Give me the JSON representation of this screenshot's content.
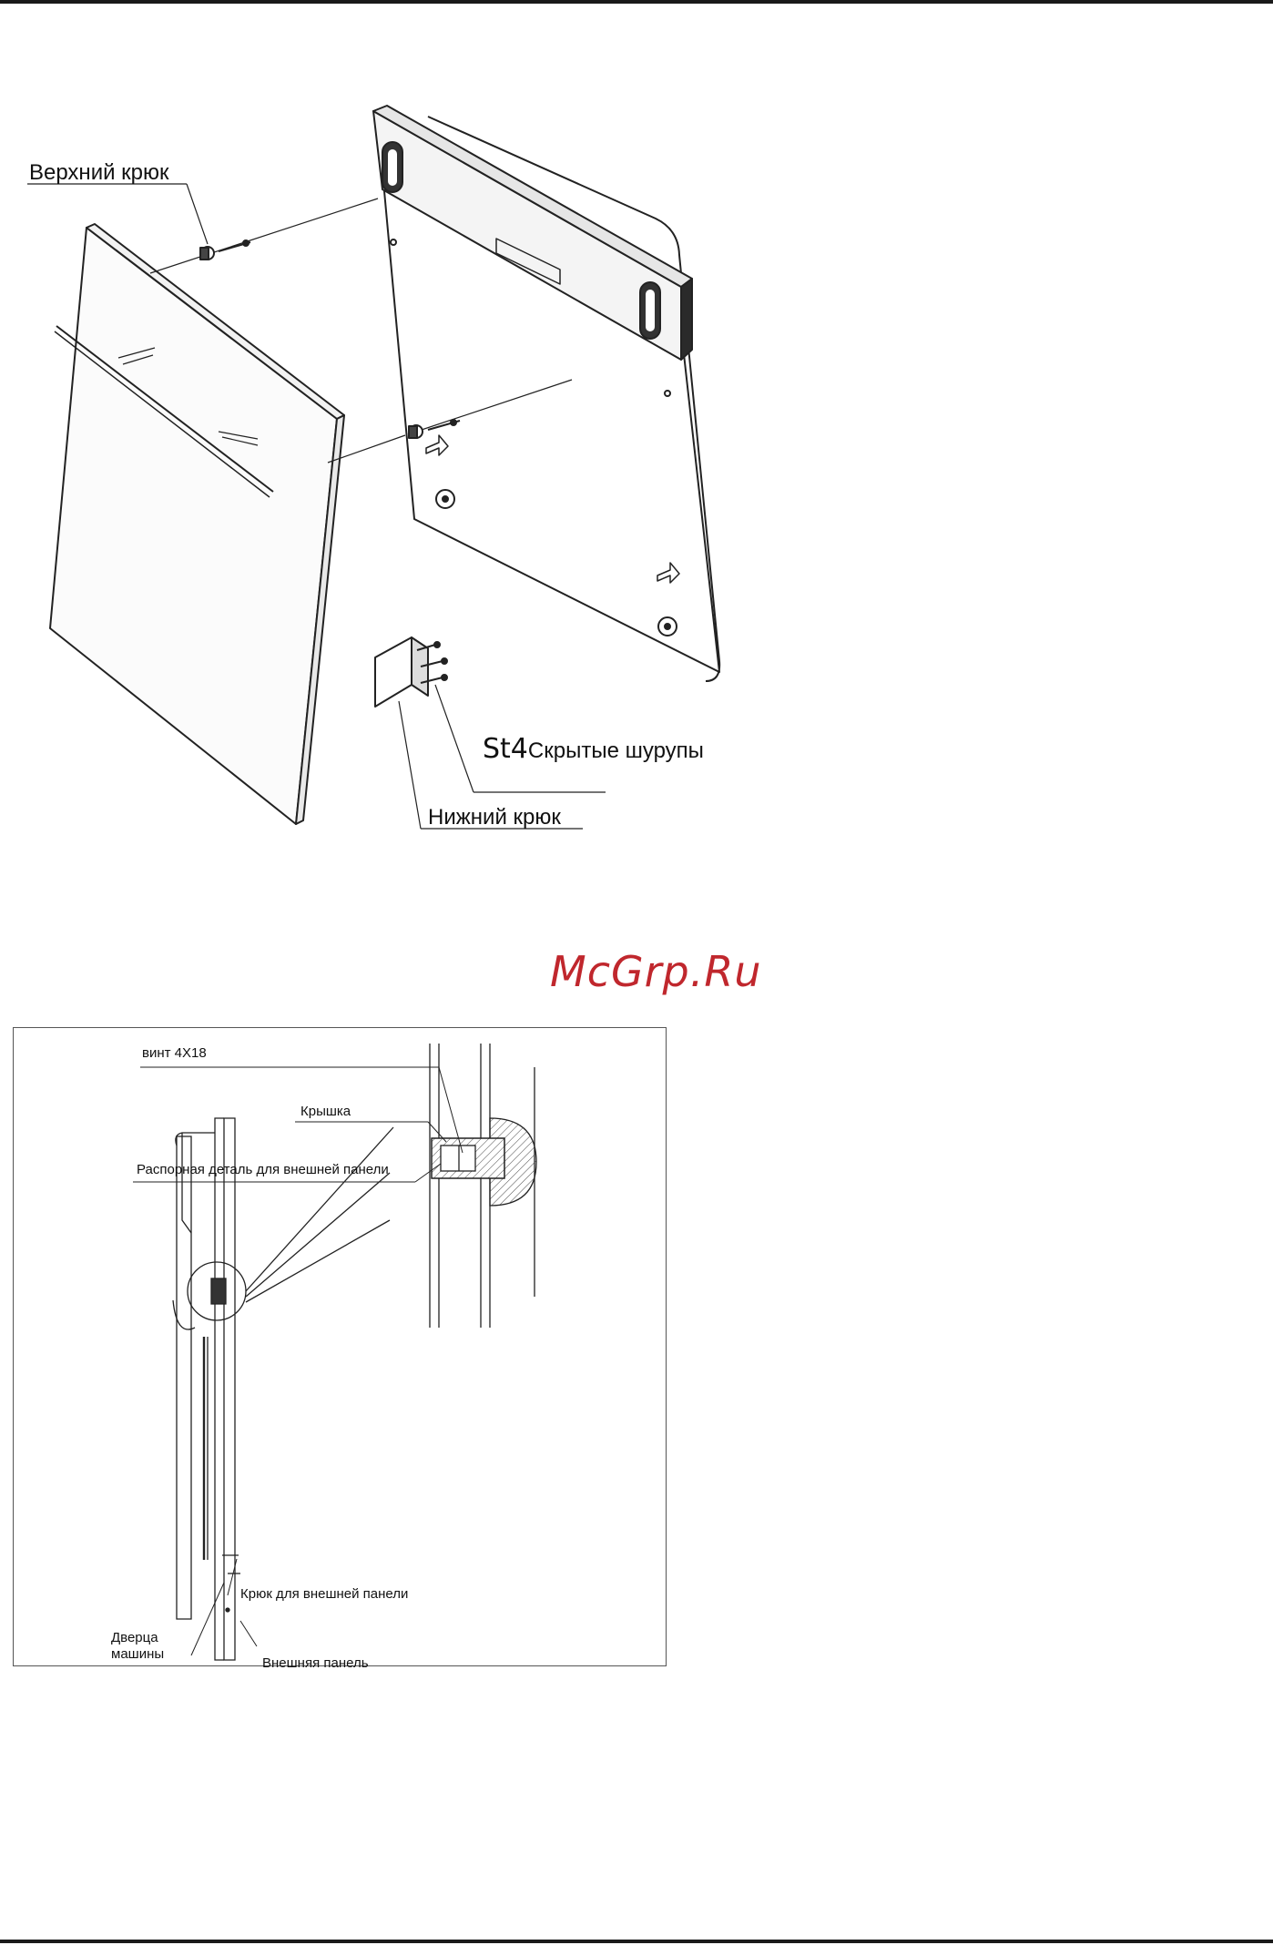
{
  "figure1": {
    "labels": {
      "upper_hook": "Верхний крюк",
      "hidden_screws_code": "St4",
      "hidden_screws_text": "Скрытые шурупы",
      "lower_hook": "Нижний крюк"
    }
  },
  "watermark": "McGrp.Ru",
  "figure2": {
    "labels": {
      "screw": "винт 4X18",
      "cap": "Крышка",
      "spacer": "Распорная деталь для внешней панели",
      "panel_hook": "Крюк для внешней панели",
      "door_line1": "Дверца",
      "door_line2": "машины",
      "outer_panel": "Внешняя панель"
    }
  },
  "colors": {
    "line": "#222222",
    "watermark": "#c0272d",
    "rule": "#1a1a1a"
  }
}
